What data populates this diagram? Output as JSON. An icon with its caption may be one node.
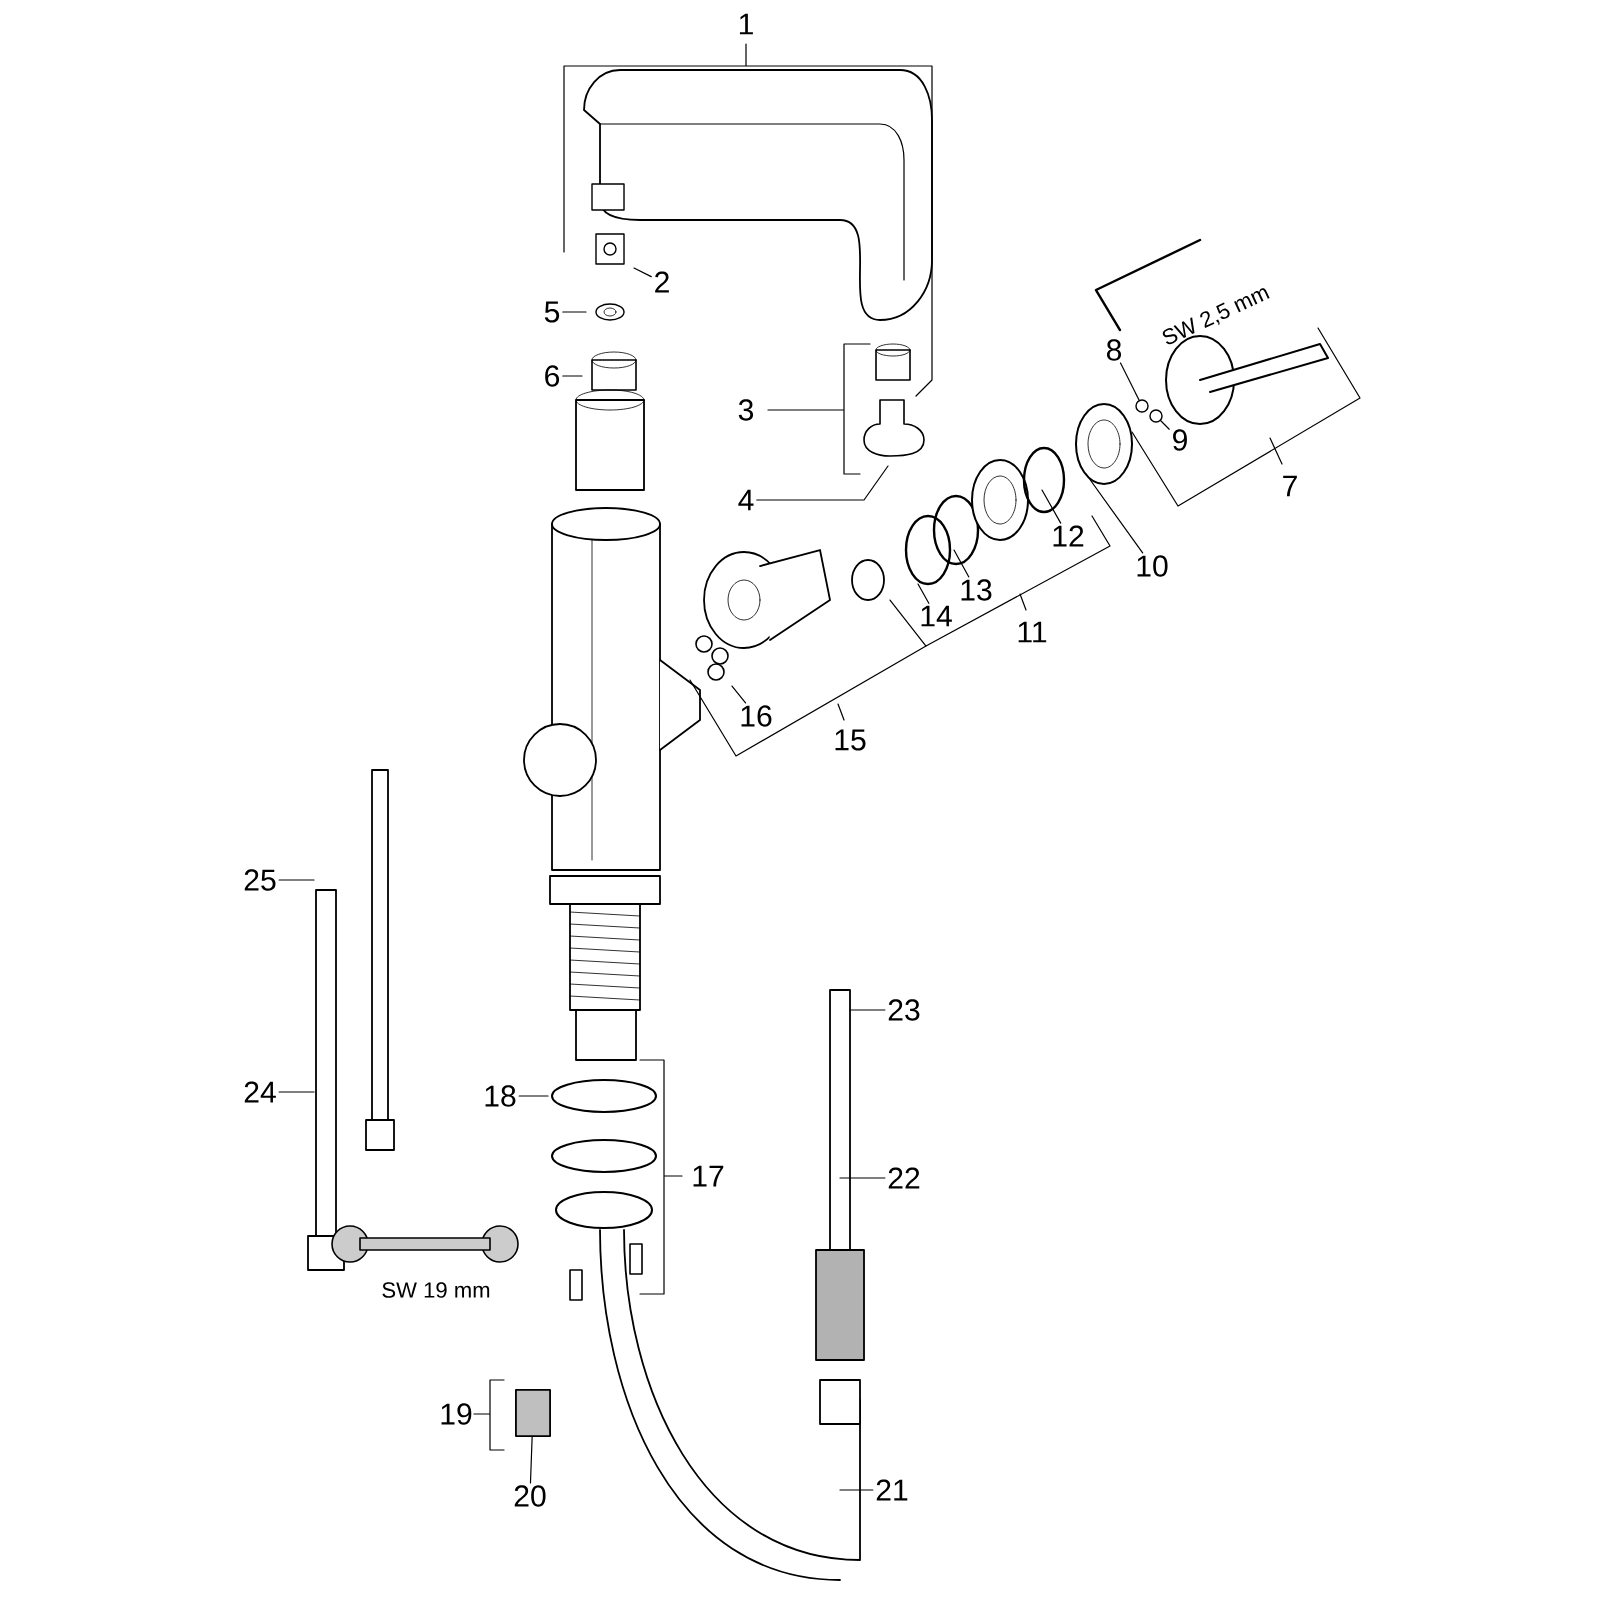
{
  "diagram": {
    "nodes": [
      {
        "text": [
          "1"
        ]
      },
      {
        "text": [
          "2"
        ]
      },
      {
        "text": [
          "3"
        ]
      },
      {
        "text": [
          "4"
        ]
      },
      {
        "text": [
          "5"
        ]
      },
      {
        "text": [
          "6"
        ]
      },
      {
        "text": [
          "7"
        ]
      },
      {
        "text": [
          "8"
        ]
      },
      {
        "text": [
          "9"
        ]
      },
      {
        "text": [
          "10"
        ]
      },
      {
        "text": [
          "11"
        ]
      },
      {
        "text": [
          "12"
        ]
      },
      {
        "text": [
          "13"
        ]
      },
      {
        "text": [
          "14"
        ]
      },
      {
        "text": [
          "15"
        ]
      },
      {
        "text": [
          "16"
        ]
      },
      {
        "text": [
          "17"
        ]
      },
      {
        "text": [
          "18"
        ]
      },
      {
        "text": [
          "19"
        ]
      },
      {
        "text": [
          "20"
        ]
      },
      {
        "text": [
          "21"
        ]
      },
      {
        "text": [
          "22"
        ]
      },
      {
        "text": [
          "23"
        ]
      },
      {
        "text": [
          "24"
        ]
      },
      {
        "text": [
          "25"
        ]
      },
      {
        "text": [],
        "shape": "circle"
      },
      {
        "text": [],
        "shape": "circle"
      },
      {
        "text": [],
        "shape": "box"
      }
    ],
    "edges": [
      {
        "from": 1,
        "to": null,
        "arrow": "none"
      },
      {
        "from": 3,
        "to": null,
        "arrow": "none"
      },
      {
        "from": 4,
        "to": null,
        "arrow": "none"
      },
      {
        "from": 5,
        "to": null,
        "arrow": "none"
      },
      {
        "from": 7,
        "to": 25,
        "arrow": "none"
      },
      {
        "from": 8,
        "to": 26,
        "arrow": "none"
      },
      {
        "from": 9,
        "to": null,
        "arrow": "none"
      },
      {
        "from": 11,
        "to": null,
        "arrow": "none"
      },
      {
        "from": 12,
        "to": null,
        "arrow": "none"
      },
      {
        "from": 13,
        "to": null,
        "arrow": "none"
      },
      {
        "from": 15,
        "to": null,
        "arrow": "none"
      },
      {
        "from": 17,
        "to": null,
        "arrow": "none"
      },
      {
        "from": 19,
        "to": 27,
        "arrow": "none"
      },
      {
        "from": 20,
        "to": null,
        "arrow": "none"
      },
      {
        "from": 21,
        "to": null,
        "arrow": "none"
      },
      {
        "from": 22,
        "to": null,
        "arrow": "none"
      },
      {
        "from": 23,
        "to": null,
        "arrow": "none"
      },
      {
        "from": 24,
        "to": null,
        "arrow": "none"
      }
    ],
    "labels": [
      "SW 2,5 mm",
      "SW 19 mm"
    ]
  }
}
